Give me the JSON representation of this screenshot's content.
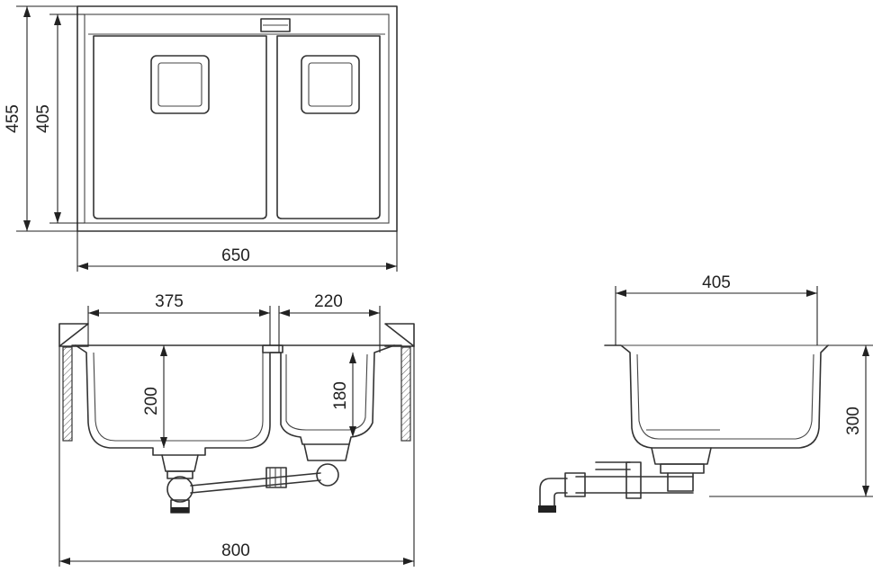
{
  "dimensions": {
    "top_width": "650",
    "top_depth_outer": "455",
    "top_depth_inner": "405",
    "front_overall_width": "800",
    "front_bowl_large_width": "375",
    "front_bowl_small_width": "220",
    "front_bowl_large_depth": "200",
    "front_bowl_small_depth": "180",
    "side_width": "405",
    "side_height": "300"
  },
  "colors": {
    "line": "#333333",
    "background": "#ffffff",
    "drain_tip": "#222222"
  }
}
